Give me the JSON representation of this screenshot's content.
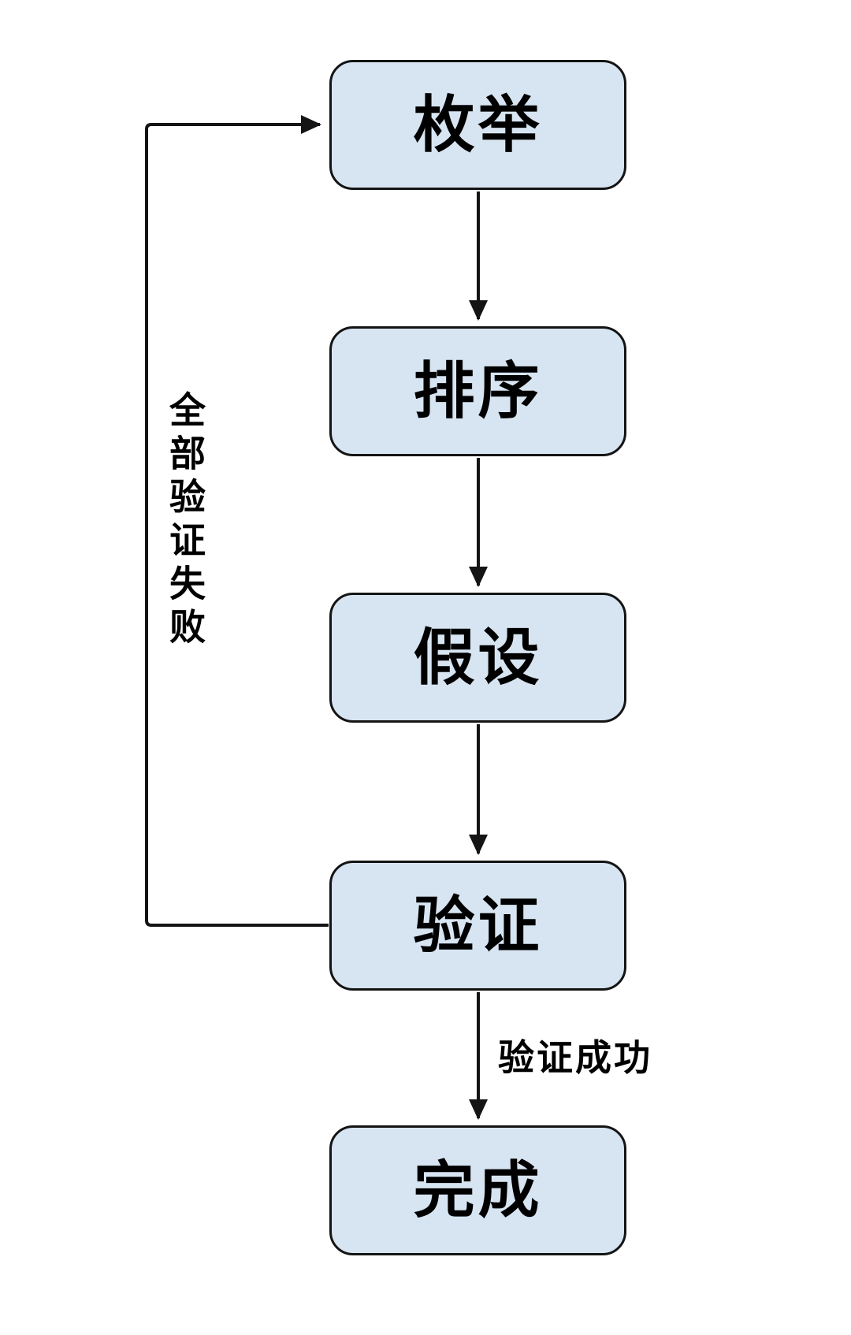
{
  "diagram": {
    "type": "flowchart",
    "direction": "top-down",
    "nodes": [
      {
        "id": "enumerate",
        "label": "枚举"
      },
      {
        "id": "sort",
        "label": "排序"
      },
      {
        "id": "hypothesize",
        "label": "假设"
      },
      {
        "id": "verify",
        "label": "验证"
      },
      {
        "id": "complete",
        "label": "完成"
      }
    ],
    "edges": [
      {
        "from": "enumerate",
        "to": "sort",
        "label": ""
      },
      {
        "from": "sort",
        "to": "hypothesize",
        "label": ""
      },
      {
        "from": "hypothesize",
        "to": "verify",
        "label": ""
      },
      {
        "from": "verify",
        "to": "complete",
        "label": "验证成功"
      },
      {
        "from": "verify",
        "to": "enumerate",
        "label": "全部验证失败"
      }
    ],
    "colors": {
      "node_fill": "#d7e4f1",
      "node_border": "#141414",
      "connector": "#141414",
      "label_text": "#000000",
      "background": "#ffffff"
    }
  }
}
